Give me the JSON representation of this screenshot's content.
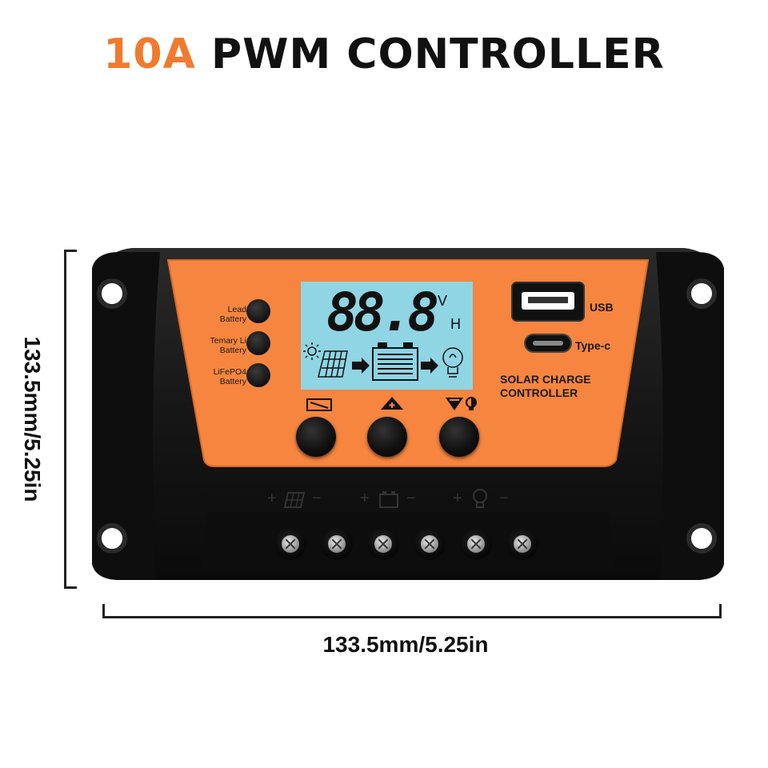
{
  "title": {
    "accent": "10A",
    "rest": "PWM CONTROLLER"
  },
  "dimensions": {
    "height_label": "133.5mm/5.25in",
    "width_label": "133.5mm/5.25in"
  },
  "battery_modes": [
    {
      "line1": "Lead",
      "line2": "Battery"
    },
    {
      "line1": "Temary Li",
      "line2": "Battery"
    },
    {
      "line1": "LiFePO4",
      "line2": "Battery"
    }
  ],
  "display": {
    "digits": "88.8",
    "unit_v": "V",
    "unit_h": "H"
  },
  "ports": {
    "usb_label": "USB",
    "typec_label": "Type-c"
  },
  "brand": {
    "line1": "SOLAR CHARGE",
    "line2": "CONTROLLER"
  },
  "terminal_signs": {
    "plus": "+",
    "minus": "−"
  },
  "colors": {
    "accent": "#f07a2e",
    "panel": "#f5853f",
    "body": "#161616",
    "lcd": "#8fd5e4"
  }
}
